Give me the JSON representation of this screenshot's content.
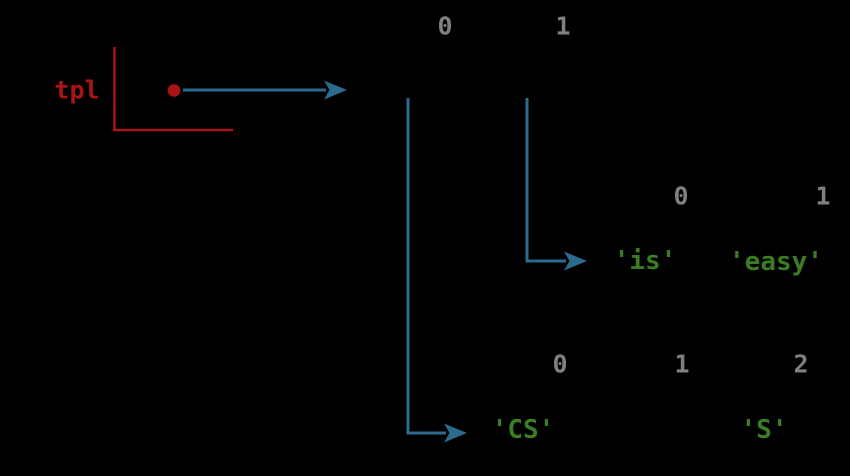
{
  "colors": {
    "background": "#000000",
    "variable_red": "#aa1414",
    "arrow_blue": "#2a6b8e",
    "index_gray": "#808080",
    "string_green": "#3a7d23"
  },
  "variable": {
    "name": "tpl"
  },
  "outer_tuple": {
    "indices": [
      "0",
      "1"
    ]
  },
  "inner_tuple": {
    "indices": [
      "0",
      "1"
    ],
    "values": [
      "'is'",
      "'easy'"
    ]
  },
  "bottom_sequence": {
    "indices": [
      "0",
      "1",
      "2"
    ],
    "values": [
      "'CS'",
      "'S'"
    ]
  },
  "icons": {
    "reference_dot": "filled-circle",
    "arrow": "stealth-arrowhead"
  }
}
